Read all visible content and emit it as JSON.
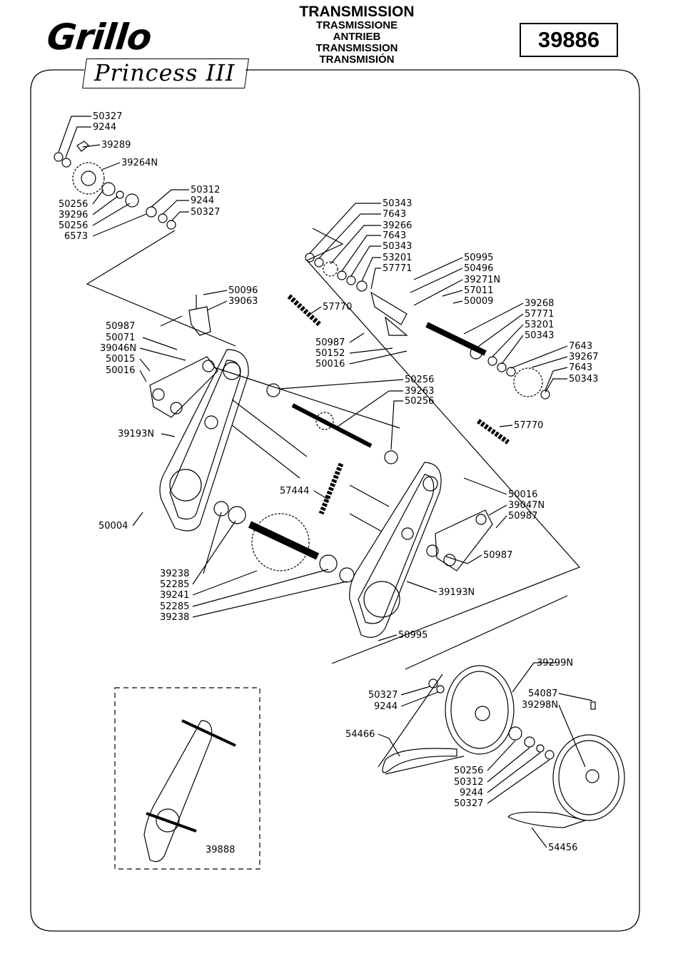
{
  "header": {
    "brand": "Grillo",
    "model": "Princess III",
    "title": "TRANSMISSION",
    "subtitles": [
      "TRASMISSIONE",
      "ANTRIEB",
      "TRANSMISSION",
      "TRANSMISIÓN"
    ],
    "code": "39886"
  },
  "parts": [
    {
      "id": "p1",
      "text": "50327"
    },
    {
      "id": "p2",
      "text": "9244"
    },
    {
      "id": "p3",
      "text": "39289"
    },
    {
      "id": "p4",
      "text": "39264N"
    },
    {
      "id": "p5",
      "text": "50312"
    },
    {
      "id": "p6",
      "text": "9244"
    },
    {
      "id": "p7",
      "text": "50327"
    },
    {
      "id": "p8",
      "text": "50256"
    },
    {
      "id": "p9",
      "text": "39296"
    },
    {
      "id": "p10",
      "text": "50256"
    },
    {
      "id": "p11",
      "text": "6573"
    },
    {
      "id": "p12",
      "text": "50343"
    },
    {
      "id": "p13",
      "text": "7643"
    },
    {
      "id": "p14",
      "text": "39266"
    },
    {
      "id": "p15",
      "text": "7643"
    },
    {
      "id": "p16",
      "text": "50343"
    },
    {
      "id": "p17",
      "text": "53201"
    },
    {
      "id": "p18",
      "text": "57771"
    },
    {
      "id": "p19",
      "text": "50995"
    },
    {
      "id": "p20",
      "text": "50496"
    },
    {
      "id": "p21",
      "text": "39271N"
    },
    {
      "id": "p22",
      "text": "57011"
    },
    {
      "id": "p23",
      "text": "50009"
    },
    {
      "id": "p24",
      "text": "39268"
    },
    {
      "id": "p25",
      "text": "57771"
    },
    {
      "id": "p26",
      "text": "53201"
    },
    {
      "id": "p27",
      "text": "50343"
    },
    {
      "id": "p28",
      "text": "7643"
    },
    {
      "id": "p29",
      "text": "39267"
    },
    {
      "id": "p30",
      "text": "7643"
    },
    {
      "id": "p31",
      "text": "50343"
    },
    {
      "id": "p32",
      "text": "50096"
    },
    {
      "id": "p33",
      "text": "39063"
    },
    {
      "id": "p34",
      "text": "57770"
    },
    {
      "id": "p35",
      "text": "50987"
    },
    {
      "id": "p36",
      "text": "50071"
    },
    {
      "id": "p37",
      "text": "39046N"
    },
    {
      "id": "p38",
      "text": "50015"
    },
    {
      "id": "p39",
      "text": "50016"
    },
    {
      "id": "p40",
      "text": "50987"
    },
    {
      "id": "p41",
      "text": "50152"
    },
    {
      "id": "p42",
      "text": "50016"
    },
    {
      "id": "p43",
      "text": "50256"
    },
    {
      "id": "p44",
      "text": "39263"
    },
    {
      "id": "p45",
      "text": "50256"
    },
    {
      "id": "p46",
      "text": "57770"
    },
    {
      "id": "p47",
      "text": "39193N"
    },
    {
      "id": "p48",
      "text": "57444"
    },
    {
      "id": "p49",
      "text": "50016"
    },
    {
      "id": "p50",
      "text": "39047N"
    },
    {
      "id": "p51",
      "text": "50987"
    },
    {
      "id": "p52",
      "text": "50987"
    },
    {
      "id": "p53",
      "text": "50004"
    },
    {
      "id": "p54",
      "text": "39238"
    },
    {
      "id": "p55",
      "text": "52285"
    },
    {
      "id": "p56",
      "text": "39241"
    },
    {
      "id": "p57",
      "text": "52285"
    },
    {
      "id": "p58",
      "text": "39238"
    },
    {
      "id": "p59",
      "text": "39193N"
    },
    {
      "id": "p60",
      "text": "50995"
    },
    {
      "id": "p61",
      "text": "39299N"
    },
    {
      "id": "p62",
      "text": "50327"
    },
    {
      "id": "p63",
      "text": "9244"
    },
    {
      "id": "p64",
      "text": "54087"
    },
    {
      "id": "p65",
      "text": "39298N"
    },
    {
      "id": "p66",
      "text": "54466"
    },
    {
      "id": "p67",
      "text": "50256"
    },
    {
      "id": "p68",
      "text": "50312"
    },
    {
      "id": "p69",
      "text": "9244"
    },
    {
      "id": "p70",
      "text": "50327"
    },
    {
      "id": "p71",
      "text": "54456"
    },
    {
      "id": "p72",
      "text": "39888"
    }
  ]
}
